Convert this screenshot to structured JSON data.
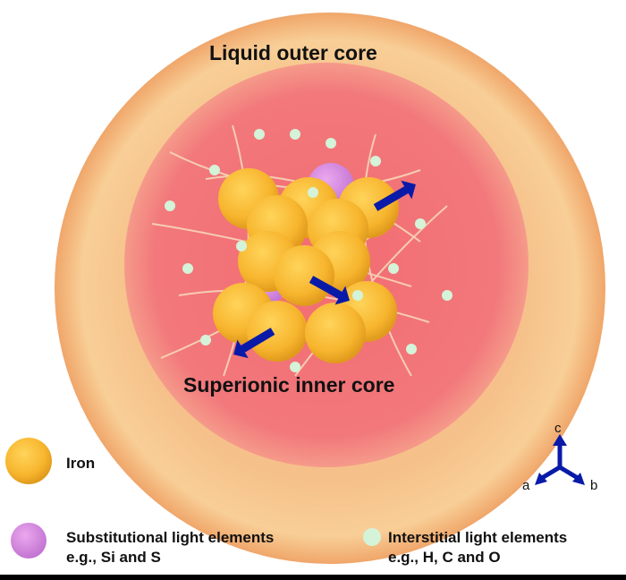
{
  "labels": {
    "outer_core": "Liquid outer core",
    "inner_core": "Superionic inner core"
  },
  "legend": [
    {
      "name": "Iron",
      "line2": "",
      "color": "#f5b532"
    },
    {
      "name": "Substitutional light elements",
      "line2": "e.g., Si and S",
      "color": "#d98ee0"
    },
    {
      "name": "Interstitial light elements",
      "line2": "e.g., H, C and O",
      "color": "#c9f0cf"
    }
  ],
  "axes": {
    "a": "a",
    "b": "b",
    "c": "c"
  },
  "colors": {
    "outer": "#f7c48a",
    "inner": "#f2767a",
    "arrow": "#0a1aa8"
  }
}
